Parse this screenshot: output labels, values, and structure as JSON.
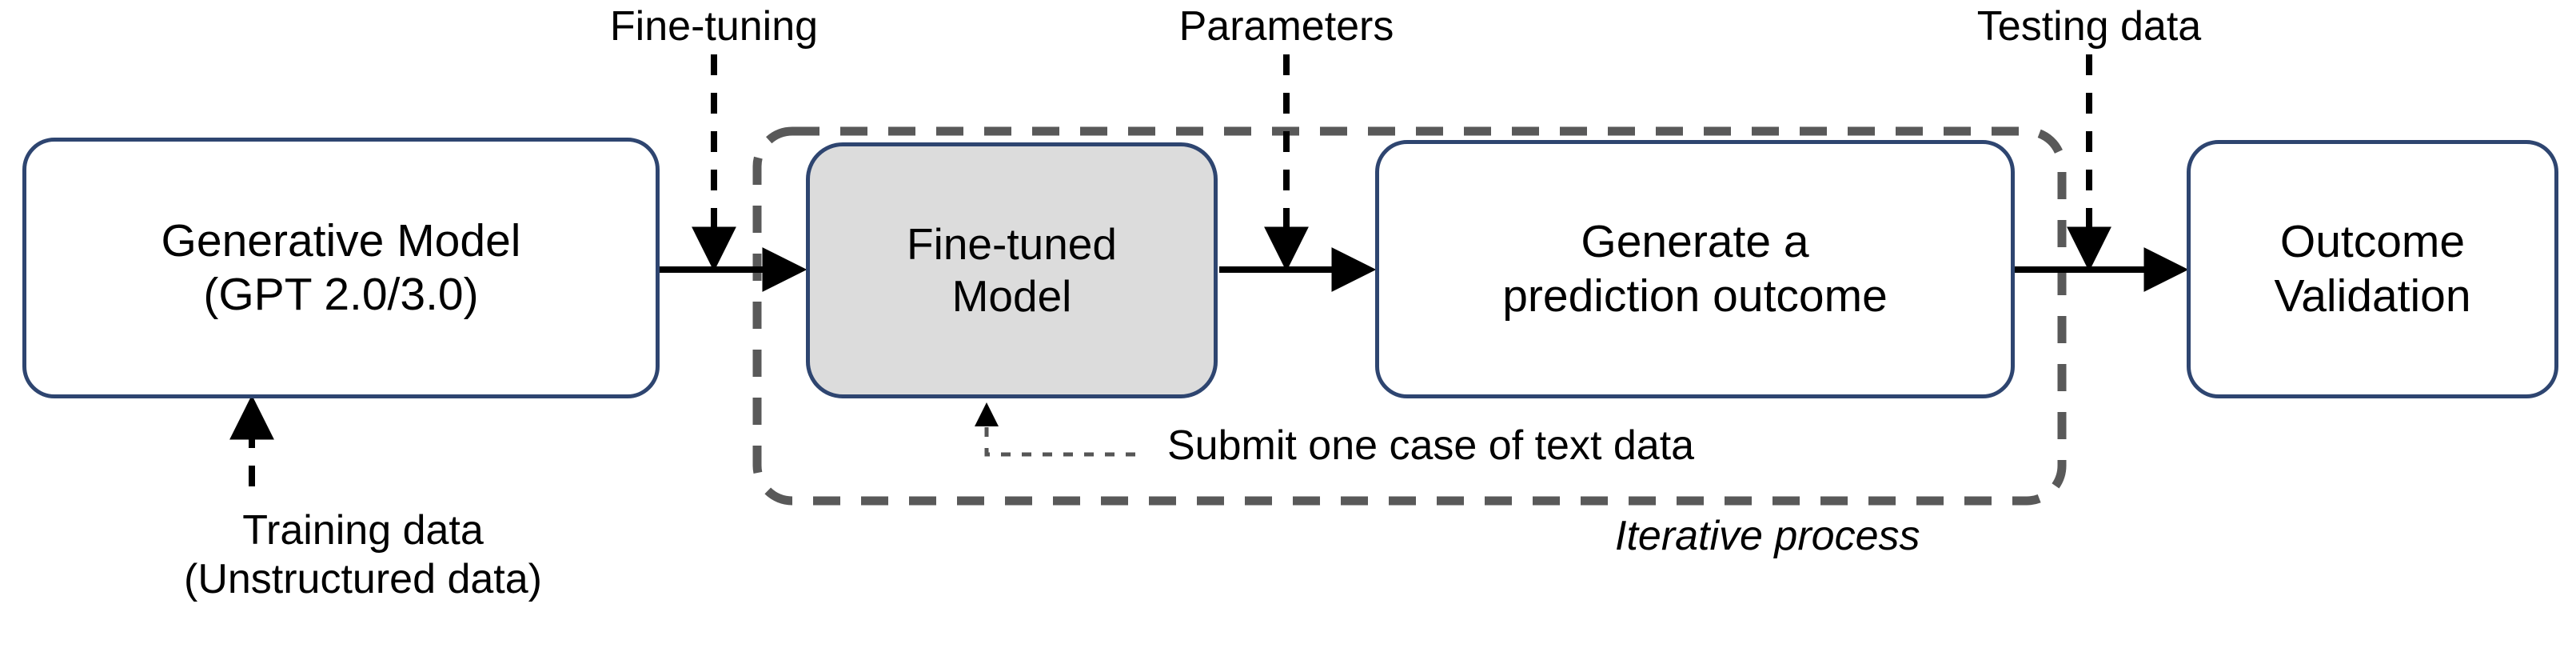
{
  "diagram": {
    "title": "Generative model fine-tuning and validation pipeline",
    "colors": {
      "node_border": "#2e4570",
      "node_fill": "#ffffff",
      "shaded_node_fill": "#dcdcdc",
      "container_dash": "#595959",
      "arrow": "#000000",
      "background": "#ffffff"
    },
    "nodes": [
      {
        "id": "generative-model",
        "lines": [
          "Generative Model",
          "(GPT 2.0/3.0)"
        ],
        "shaded": false
      },
      {
        "id": "fine-tuned-model",
        "lines": [
          "Fine-tuned",
          "Model"
        ],
        "shaded": true
      },
      {
        "id": "generate-prediction-outcome",
        "lines": [
          "Generate a",
          "prediction outcome"
        ],
        "shaded": false
      },
      {
        "id": "outcome-validation",
        "lines": [
          "Outcome",
          "Validation"
        ],
        "shaded": false
      }
    ],
    "input_labels": [
      {
        "id": "fine-tuning",
        "lines": [
          "Fine-tuning"
        ]
      },
      {
        "id": "parameters",
        "lines": [
          "Parameters"
        ]
      },
      {
        "id": "testing-data",
        "lines": [
          "Testing data"
        ]
      }
    ],
    "bottom_labels": [
      {
        "id": "training-data",
        "lines": [
          "Training data",
          "(Unstructured data)"
        ]
      },
      {
        "id": "submit-one-case",
        "lines": [
          "Submit one case of text data"
        ]
      },
      {
        "id": "iterative-process",
        "lines": [
          "Iterative process"
        ],
        "style": "italic"
      }
    ],
    "container": {
      "id": "iterative-process-container",
      "label": "Iterative process",
      "style": "dashed"
    }
  }
}
